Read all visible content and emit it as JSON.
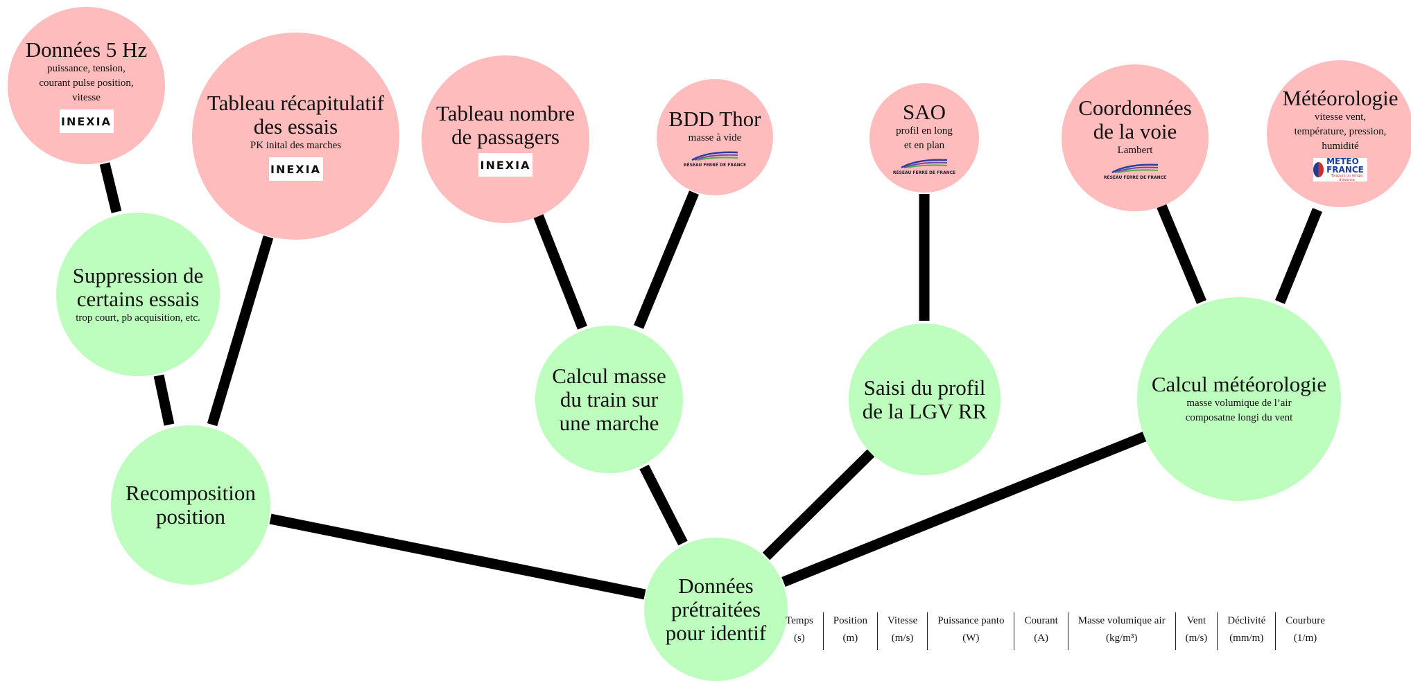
{
  "nodes": {
    "donnees5hz": {
      "title": "Données 5 Hz",
      "sub": "puissance, tension,\ncourant pulse position,\nvitesse",
      "logo": "INEXIA"
    },
    "tableau_recap": {
      "title": "Tableau récapitulatif\ndes essais",
      "sub": "PK inital des marches",
      "logo": "INEXIA"
    },
    "tableau_passagers": {
      "title": "Tableau nombre\nde passagers",
      "logo": "INEXIA"
    },
    "bdd_thor": {
      "title": "BDD Thor",
      "sub": "masse à vide",
      "logo": "RÉSEAU FERRÉ DE FRANCE"
    },
    "sao": {
      "title": "SAO",
      "sub": "profil en long\net en plan",
      "logo": "RÉSEAU FERRÉ DE FRANCE"
    },
    "coordonnees": {
      "title": "Coordonnées\nde la voie",
      "sub": "Lambert",
      "logo": "RÉSEAU FERRÉ DE FRANCE"
    },
    "meteo": {
      "title": "Météorologie",
      "sub": "vitesse vent,\ntempérature, pression,\nhumidité",
      "logo_line1": "METEO",
      "logo_line2": "FRANCE",
      "logo_tag": "Toujours un temps d'avance"
    },
    "suppression": {
      "title": "Suppression de\ncertains essais",
      "sub": "trop court, pb acquisition, etc."
    },
    "recomposition": {
      "title": "Recomposition\nposition"
    },
    "calcul_masse": {
      "title": "Calcul masse\ndu train sur\nune marche"
    },
    "saisi_profil": {
      "title": "Saisi du profil\nde la LGV RR"
    },
    "calcul_meteo": {
      "title": "Calcul météorologie",
      "sub": "masse volumique de l’air\ncomposatne longi du vent"
    },
    "donnees_pretraitees": {
      "title": "Données\nprétraitées\npour identif"
    }
  },
  "variables": [
    {
      "name": "Temps",
      "unit": "(s)"
    },
    {
      "name": "Position",
      "unit": "(m)"
    },
    {
      "name": "Vitesse",
      "unit": "(m/s)"
    },
    {
      "name": "Puissance panto",
      "unit": "(W)"
    },
    {
      "name": "Courant",
      "unit": "(A)"
    },
    {
      "name": "Masse volumique air",
      "unit": "(kg/m³)"
    },
    {
      "name": "Vent",
      "unit": "(m/s)"
    },
    {
      "name": "Déclivité",
      "unit": "(mm/m)"
    },
    {
      "name": "Courbure",
      "unit": "(1/m)"
    }
  ],
  "colors": {
    "source": "#ffbcbc",
    "process": "#bdfdbd",
    "edge": "#000000"
  }
}
